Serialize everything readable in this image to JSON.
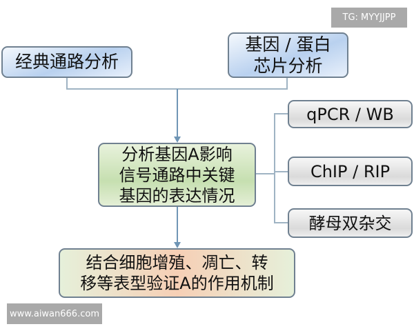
{
  "watermarks": {
    "top": "TG: MYYJJPP",
    "bottom": "www.aiwan666.com"
  },
  "nodes": {
    "classic_pathway": "经典通路分析",
    "chip_line1": "基因 / 蛋白",
    "chip_line2": "芯片分析",
    "center_line1": "分析基因A影响",
    "center_line2": "信号通路中关键",
    "center_line3": "基因的表达情况",
    "method1": "qPCR / WB",
    "method2": "ChIP / RIP",
    "method3": "酵母双杂交",
    "final_line1": "结合细胞增殖、凋亡、转",
    "final_line2": "移等表型验证A的作用机制"
  }
}
